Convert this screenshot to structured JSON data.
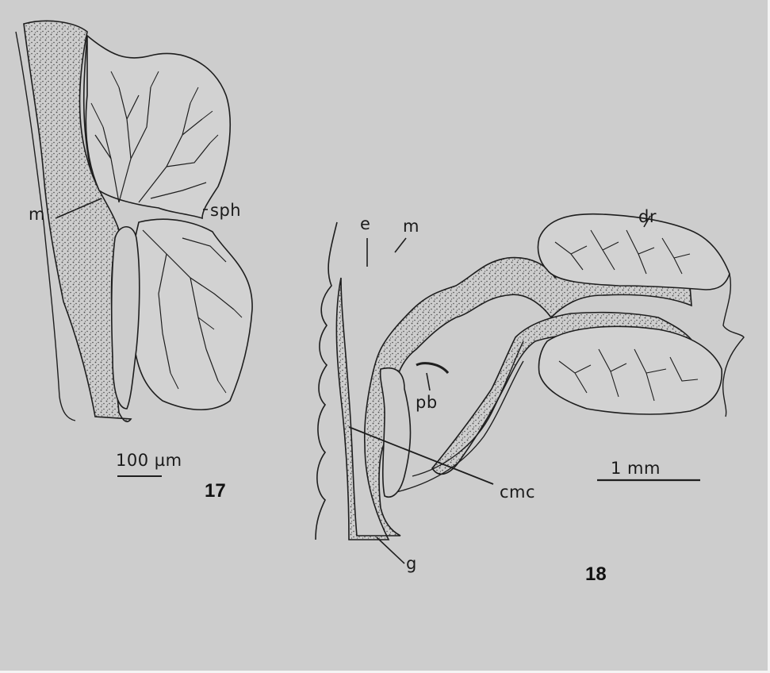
{
  "figure_17": {
    "number": "17",
    "labels": {
      "m": "m",
      "sph": "sph"
    },
    "scale_bar": "100 µm"
  },
  "figure_18": {
    "number": "18",
    "labels": {
      "e": "e",
      "m": "m",
      "dr": "dr",
      "pb": "pb",
      "cmc": "cmc",
      "g": "g"
    },
    "scale_bar": "1 mm"
  },
  "colors": {
    "paper": "#cdcdcd",
    "ink": "#1a1a1a",
    "stipple": "#6b6b6b"
  }
}
